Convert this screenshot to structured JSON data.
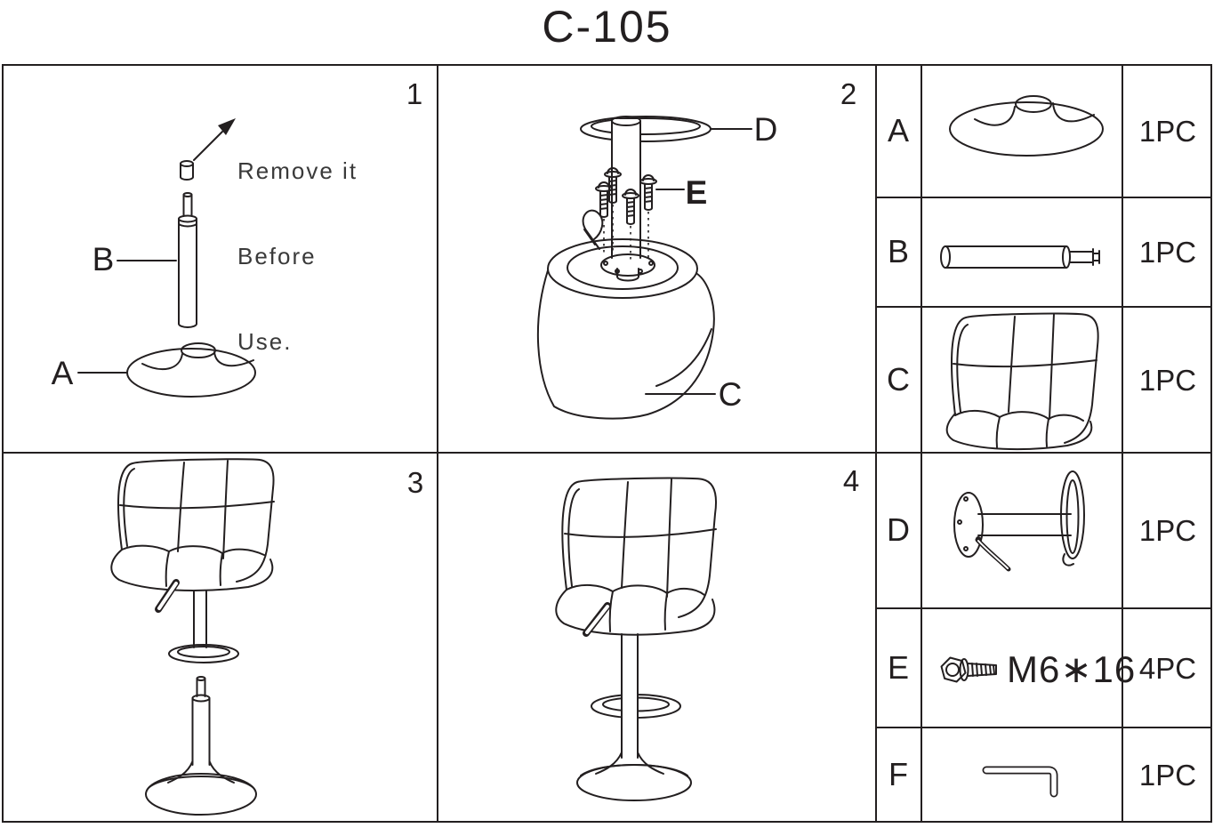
{
  "title": "C-105",
  "colors": {
    "line": "#231f20",
    "background": "#ffffff"
  },
  "steps": [
    {
      "number": "1",
      "note": [
        "Remove it",
        "Before",
        "Use."
      ],
      "callouts": [
        {
          "part": "B"
        },
        {
          "part": "A"
        }
      ]
    },
    {
      "number": "2",
      "callouts": [
        {
          "part": "D"
        },
        {
          "part": "E"
        },
        {
          "part": "C"
        }
      ]
    },
    {
      "number": "3",
      "callouts": []
    },
    {
      "number": "4",
      "callouts": []
    }
  ],
  "parts_table": {
    "rows": [
      {
        "letter": "A",
        "item": "round-base",
        "qty": "1PC"
      },
      {
        "letter": "B",
        "item": "gas-lift-cylinder",
        "qty": "1PC"
      },
      {
        "letter": "C",
        "item": "seat",
        "qty": "1PC"
      },
      {
        "letter": "D",
        "item": "seat-plate-with-footrest-ring",
        "qty": "1PC"
      },
      {
        "letter": "E",
        "item": "hex-bolt",
        "spec": "M6∗16",
        "qty": "4PC"
      },
      {
        "letter": "F",
        "item": "allen-key",
        "qty": "1PC"
      }
    ]
  }
}
